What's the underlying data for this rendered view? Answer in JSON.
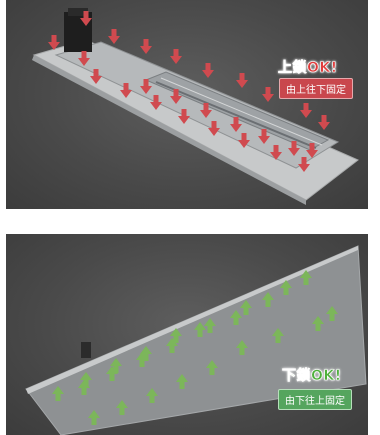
{
  "top_panel": {
    "status_title": "上鎖OK!",
    "instruction": "由上往下固定",
    "arrow_color": "#d04a4f",
    "arrow_direction": "down"
  },
  "bottom_panel": {
    "status_title": "下鎖OK!",
    "instruction": "由下往上固定",
    "arrow_color": "#7cb65a",
    "arrow_direction": "up"
  }
}
